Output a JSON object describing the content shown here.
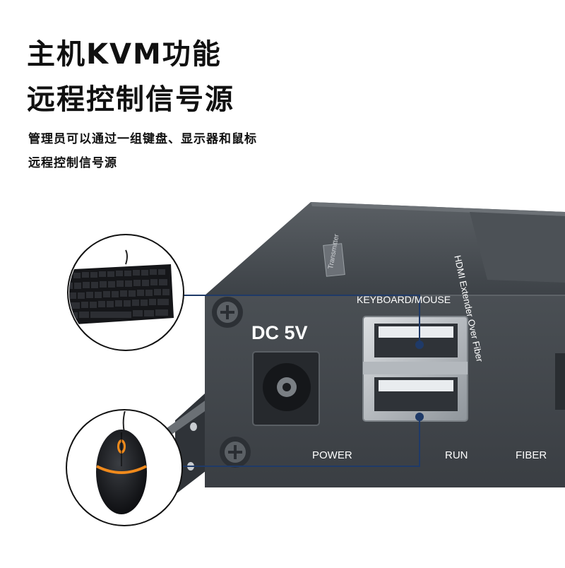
{
  "heading": {
    "line1": "主机KVM功能",
    "line2": "远程控制信号源"
  },
  "description": {
    "line1": "管理员可以通过一组键盘、显示器和鼠标",
    "line2": "远程控制信号源"
  },
  "device": {
    "port_label": "KEYBOARD/MOUSE",
    "power_input_label": "DC 5V",
    "led_labels": [
      "POWER",
      "RUN",
      "FIBER"
    ],
    "side_label": "HDMI Extender Over Fiber",
    "brand_label": "Transmitter"
  },
  "colors": {
    "callout_line": "#1f3a68",
    "device_body": "#3f4449",
    "mouse_accent": "#f08a1c"
  }
}
